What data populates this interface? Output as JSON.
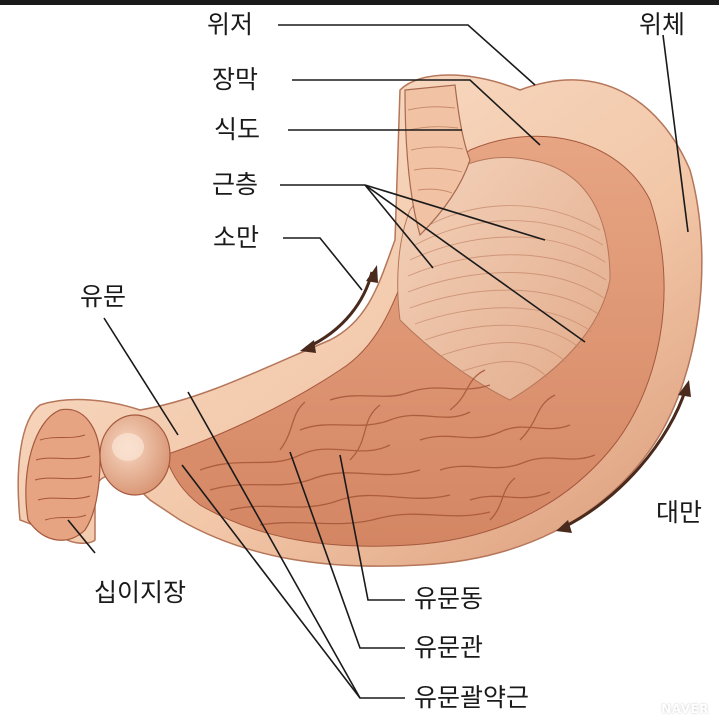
{
  "labels": {
    "fundus": "위저",
    "serosa": "장막",
    "esophagus": "식도",
    "muscle_layer": "근층",
    "lesser_curvature": "소만",
    "pylorus": "유문",
    "body": "위체",
    "greater_curvature": "대만",
    "duodenum": "십이지장",
    "pyloric_antrum": "유문동",
    "pyloric_canal": "유문관",
    "pyloric_sphincter": "유문괄약근"
  },
  "watermark": "NAVER",
  "colors": {
    "tissue_light": "#f6d2b6",
    "tissue_mid": "#e6a884",
    "tissue_dark": "#b36a4b",
    "line": "#1a1a1a",
    "arrow": "#4a2a1c"
  }
}
